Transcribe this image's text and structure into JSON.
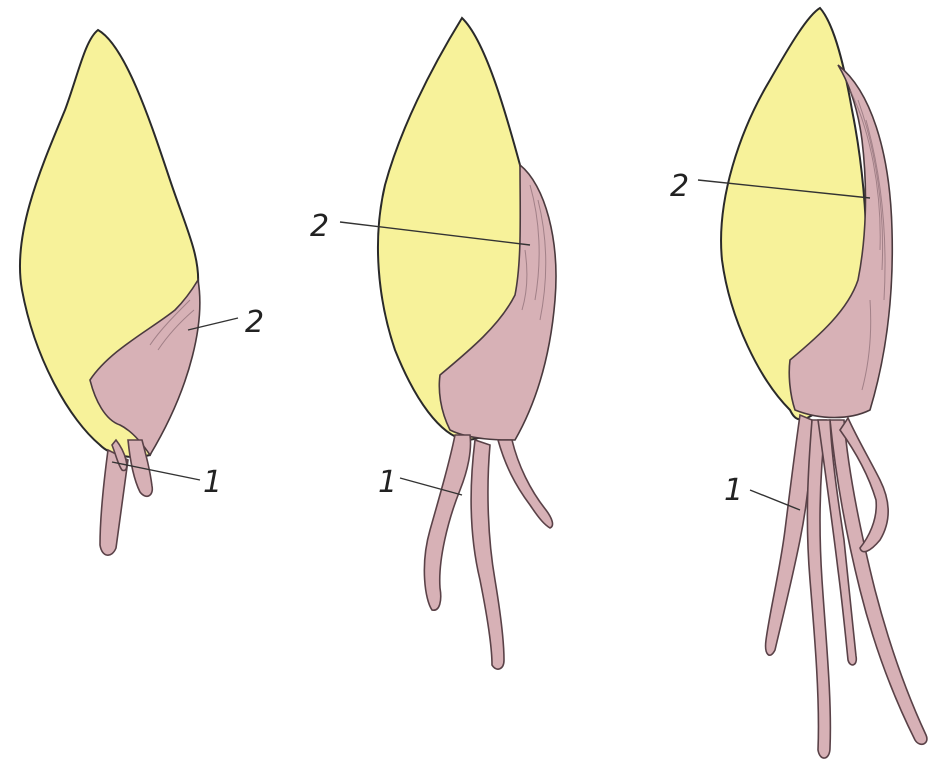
{
  "colors": {
    "background": "#ffffff",
    "seed_fill": "#f7f29a",
    "sprout_fill": "#d7b1b6",
    "outline": "#2a2a2a"
  },
  "stages": [
    {
      "name": "stage-1",
      "labels": {
        "root": "1",
        "coleoptile": "2"
      }
    },
    {
      "name": "stage-2",
      "labels": {
        "root": "1",
        "coleoptile": "2"
      }
    },
    {
      "name": "stage-3",
      "labels": {
        "root": "1",
        "coleoptile": "2"
      }
    }
  ]
}
